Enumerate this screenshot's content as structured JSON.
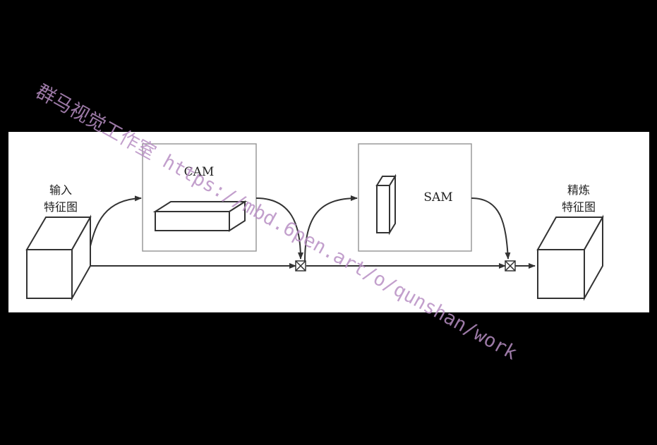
{
  "diagram": {
    "input_label_line1": "输入",
    "input_label_line2": "特征图",
    "cam_label": "CAM",
    "sam_label": "SAM",
    "output_label_line1": "精炼",
    "output_label_line2": "特征图"
  },
  "watermark": {
    "text": "群马视觉工作室 https://mbd.6pen.art/o/qunshan/work",
    "color": "#b88fc4"
  }
}
